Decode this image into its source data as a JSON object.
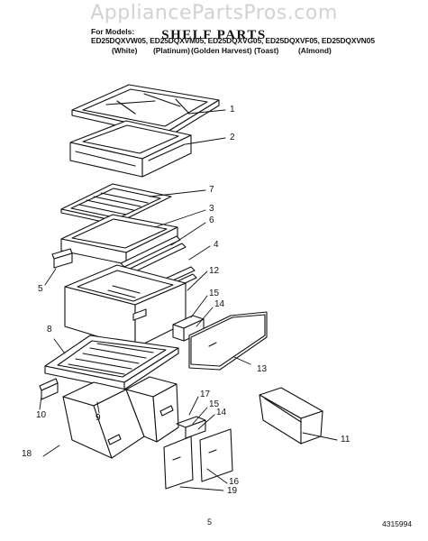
{
  "watermark": "AppliancePartsPros.com",
  "header": {
    "title": "SHELF PARTS",
    "models_label": "For Models:",
    "models_line": "ED25DQXVW05, ED25DQXVM05, ED25DQXVG05, ED25DQXVF05, ED25DQXVN05",
    "finishes": [
      "(White)",
      "(Platinum)",
      "(Golden Harvest)",
      "(Toast)",
      "(Almond)"
    ]
  },
  "callouts": [
    "1",
    "2",
    "7",
    "3",
    "6",
    "4",
    "5",
    "12",
    "15",
    "14",
    "8",
    "13",
    "10",
    "9",
    "17",
    "15",
    "14",
    "11",
    "18",
    "16",
    "19"
  ],
  "footer": {
    "page_number": "5",
    "document_number": "4315994"
  }
}
